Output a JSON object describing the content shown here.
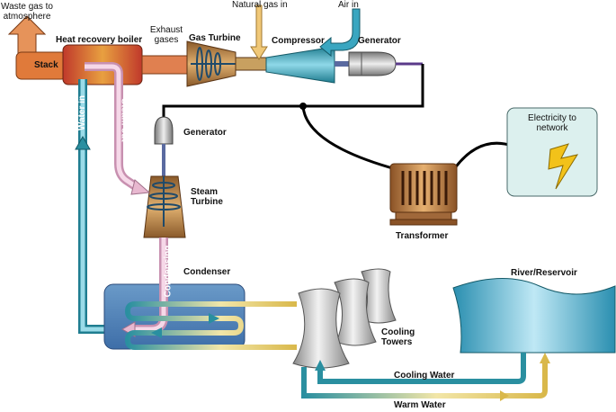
{
  "labels": {
    "waste_gas": "Waste gas to\natmosphere",
    "stack": "Stack",
    "hrb": "Heat recovery boiler",
    "exhaust": "Exhaust\ngases",
    "gas_turbine": "Gas Turbine",
    "natural_gas": "Natural gas in",
    "compressor": "Compressor",
    "air_in": "Air in",
    "generator_top": "Generator",
    "water_in": "Water in",
    "steam_out": "Steam out",
    "generator_mid": "Generator",
    "steam_turbine": "Steam\nTurbine",
    "electricity": "Electricity to\nnetwork",
    "transformer": "Transformer",
    "condensing": "Condensing",
    "condenser": "Condenser",
    "river": "River/Reservoir",
    "cooling_towers": "Cooling\nTowers",
    "cooling_water": "Cooling Water",
    "warm_water": "Warm Water"
  },
  "colors": {
    "hot_gas": "#e07a3a",
    "steam": "#e8b8d0",
    "cold_water": "#2a8fa0",
    "warm_water": "#d9b84a",
    "fuel": "#f0c878",
    "air": "#3aa6c0",
    "cable": "#000000",
    "equipment": "#c08a50"
  }
}
